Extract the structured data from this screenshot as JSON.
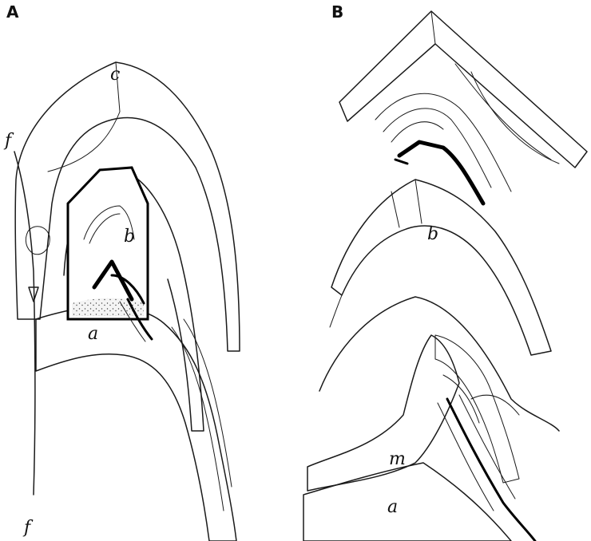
{
  "figure": {
    "panels": [
      {
        "id": "A",
        "letter": "A",
        "labels": {
          "c": "c",
          "b": "b",
          "a": "a",
          "f_top": "f",
          "f_bottom": "f"
        }
      },
      {
        "id": "B",
        "letter": "B",
        "labels": {
          "b": "b",
          "m": "m",
          "a": "a"
        }
      }
    ]
  }
}
